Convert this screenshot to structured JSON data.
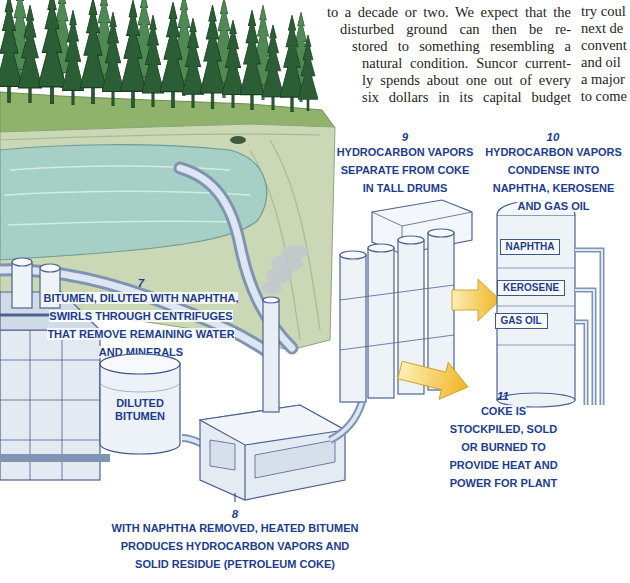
{
  "diagram": {
    "nodes": [
      {
        "text": [
          "NAPHTHA"
        ]
      },
      {
        "text": [
          "KEROSENE"
        ]
      },
      {
        "text": [
          "GAS OIL"
        ]
      },
      {
        "text": [
          "DILUTED BITUMEN"
        ]
      }
    ],
    "labels": [
      "to a decade or two. We expect that the",
      "disturbed ground can then be re-",
      "stored to something resembling a",
      "natural condition. Suncor current-",
      "ly spends about one out of every",
      "six dollars in its capital budget",
      "try coul",
      "next de",
      "convent",
      "and oil",
      "a major",
      "to come",
      "9",
      "HYDROCARBON VAPORS SEPARATE FROM COKE IN TALL DRUMS",
      "10",
      "HYDROCARBON VAPORS CONDENSE INTO NAPHTHA, KEROSENE AND GAS OIL",
      "7",
      "BITUMEN, DILUTED WITH NAPHTHA, SWIRLS THROUGH CENTRIFUGES THAT REMOVE REMAINING WATER AND MINERALS",
      "11",
      "COKE IS STOCKPILED, SOLD OR BURNED TO PROVIDE HEAT AND POWER FOR PLANT",
      "8",
      "WITH NAPHTHA REMOVED, HEATED BITUMEN PRODUCES HYDROCARBON VAPORS AND SOLID RESIDUE (PETROLEUM COKE)"
    ]
  }
}
